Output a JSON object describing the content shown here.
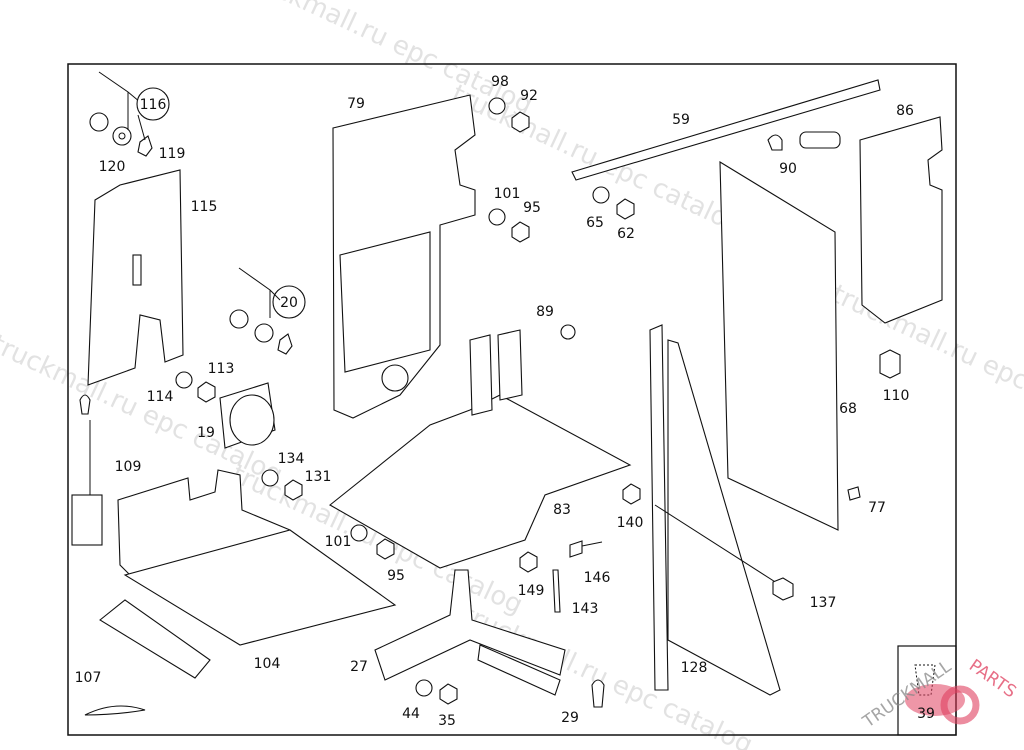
{
  "diagram": {
    "part_labels": {
      "p116": "116",
      "p120": "120",
      "p119": "119",
      "p115": "115",
      "p79": "79",
      "p98": "98",
      "p92": "92",
      "p101a": "101",
      "p95a": "95",
      "p59": "59",
      "p86": "86",
      "p90": "90",
      "p65": "65",
      "p62": "62",
      "p20": "20",
      "p113": "113",
      "p114": "114",
      "p19": "19",
      "p89": "89",
      "p68": "68",
      "p110": "110",
      "p109": "109",
      "p134": "134",
      "p131": "131",
      "p83": "83",
      "p140": "140",
      "p77": "77",
      "p101b": "101",
      "p95b": "95",
      "p149": "149",
      "p146": "146",
      "p143": "143",
      "p137": "137",
      "p107": "107",
      "p104": "104",
      "p27": "27",
      "p44": "44",
      "p35": "35",
      "p29": "29",
      "p128": "128",
      "p39": "39"
    },
    "watermark_text": "truckmall.ru epc catalog",
    "logo_text": "TRUCKMALLPARTS",
    "logo_color": "#e0405f"
  }
}
